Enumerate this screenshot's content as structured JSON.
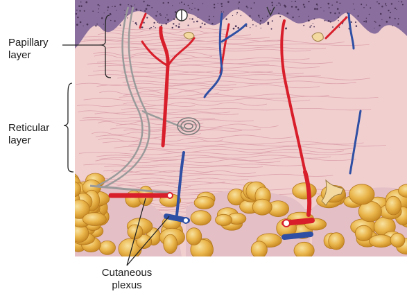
{
  "labels": {
    "papillary": [
      "Papillary",
      "layer"
    ],
    "reticular": [
      "Reticular",
      "layer"
    ],
    "cutaneous": [
      "Cutaneous",
      "plexus"
    ]
  },
  "colors": {
    "epidermis": "#8a6f9e",
    "dermis": "#f1cfcf",
    "fibers": "#d99aa6",
    "fat": "#e9b24a",
    "fat_highlight": "#f6d98a",
    "fat_septa": "#e4c0c6",
    "artery": "#d81e2a",
    "vein": "#2e4fa3",
    "nerve": "#8c8c8c",
    "hair": "#6b6b6b"
  }
}
